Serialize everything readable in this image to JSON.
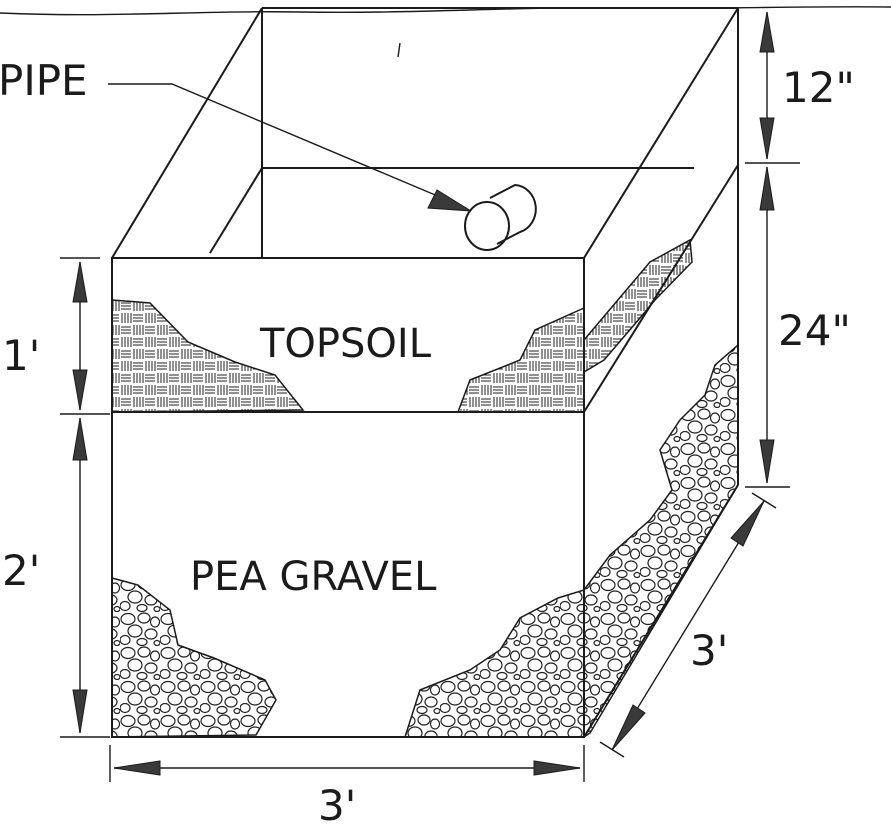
{
  "labels": {
    "pipe": "PIPE",
    "topsoil": "TOPSOIL",
    "pea_gravel": "PEA GRAVEL"
  },
  "dimensions": {
    "top_depth": "12\"",
    "fill_depth": "24\"",
    "topsoil_depth": "1'",
    "gravel_depth": "2'",
    "width": "3'",
    "length": "3'"
  },
  "colors": {
    "line": "#1b1b1b",
    "arrow_fill": "#3a3a3a",
    "background": "#ffffff"
  }
}
